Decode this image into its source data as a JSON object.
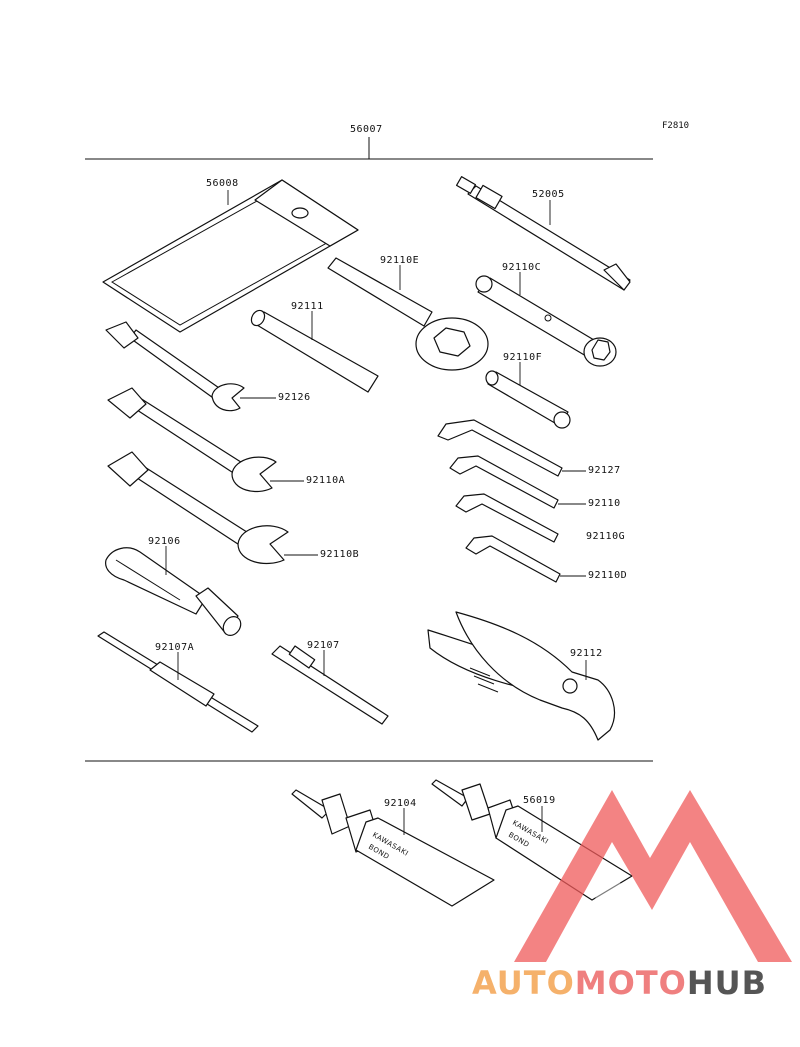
{
  "figure_code": "F2810",
  "parts": {
    "p56007": "56007",
    "p56008": "56008",
    "p52005": "52005",
    "p92110E": "92110E",
    "p92110C": "92110C",
    "p92111": "92111",
    "p92110F": "92110F",
    "p92126": "92126",
    "p92110A": "92110A",
    "p92127": "92127",
    "p92110": "92110",
    "p92110G": "92110G",
    "p92110D": "92110D",
    "p92106": "92106",
    "p92110B": "92110B",
    "p92107A": "92107A",
    "p92107": "92107",
    "p92112": "92112",
    "p92104": "92104",
    "p56019": "56019"
  },
  "tube_text": {
    "brand": "KAWASAKI",
    "product": "BOND"
  },
  "logo": {
    "part1": "AUTO",
    "part2": "MOTO",
    "part3": "HUB"
  },
  "colors": {
    "logo_orange": "#f5b16b",
    "logo_red": "#ef7f7f",
    "logo_gray": "#555555",
    "watermark_red": "#ef5a5a"
  }
}
